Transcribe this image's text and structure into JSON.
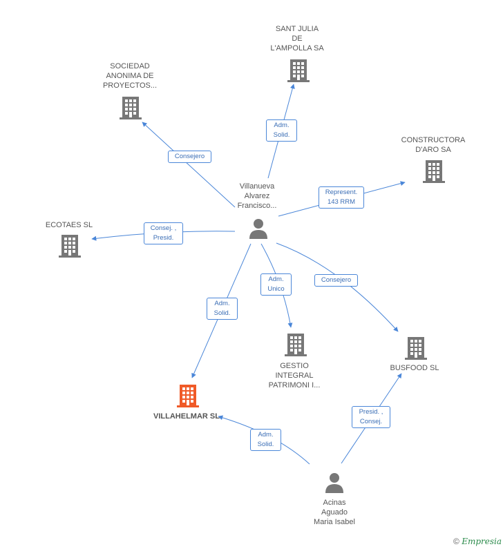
{
  "colors": {
    "edge": "#4a86d8",
    "building": "#777777",
    "building_highlight": "#f05a28",
    "person": "#777777"
  },
  "nodes": {
    "sant_julia": "SANT JULIA\nDE\nL'AMPOLLA SA",
    "sociedad_anonima": "SOCIEDAD\nANONIMA DE\nPROYECTOS...",
    "constructora": "CONSTRUCTORA\nD'ARO SA",
    "villanueva": "Villanueva\nAlvarez\nFrancisco...",
    "ecotaes": "ECOTAES SL",
    "gestio": "GESTIO\nINTEGRAL\nPATRIMONI I...",
    "busfood": "BUSFOOD SL",
    "villahelmar": "VILLAHELMAR SL",
    "acinas": "Acinas\nAguado\nMaria Isabel"
  },
  "edges": {
    "adm_solid_1": "Adm.\nSolid.",
    "consejero_1": "Consejero",
    "represent": "Represent.\n143 RRM",
    "consej_presid": "Consej. ,\nPresid.",
    "adm_unico": "Adm.\nUnico",
    "consejero_2": "Consejero",
    "adm_solid_2": "Adm.\nSolid.",
    "adm_solid_3": "Adm.\nSolid.",
    "presid_consej": "Presid. ,\nConsej."
  },
  "footer": {
    "copyright": "©",
    "brand": "Empresia"
  }
}
